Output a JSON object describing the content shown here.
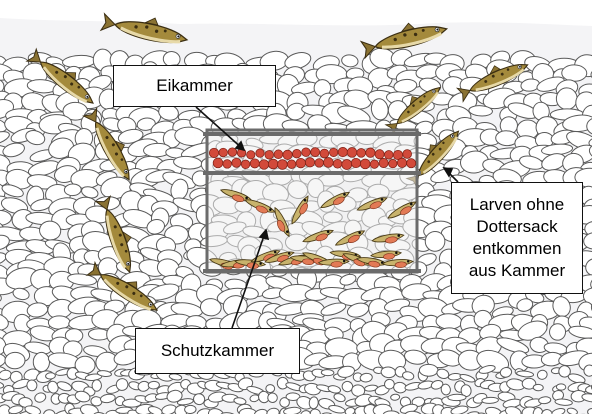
{
  "labels": {
    "egg_chamber": "Eikammer",
    "protection_chamber": "Schutzkammer",
    "larvae_escape": [
      "Larven ohne",
      "Dottersack",
      "entkommen",
      "aus Kammer"
    ]
  },
  "colors": {
    "paper": "#f4f4f6",
    "gravel_stroke": "#5a5a5a",
    "egg": "#d24a3a",
    "trout_body": "#a48a3c",
    "trout_belly": "#e7d9a8",
    "frame": "#6b6b6b"
  }
}
